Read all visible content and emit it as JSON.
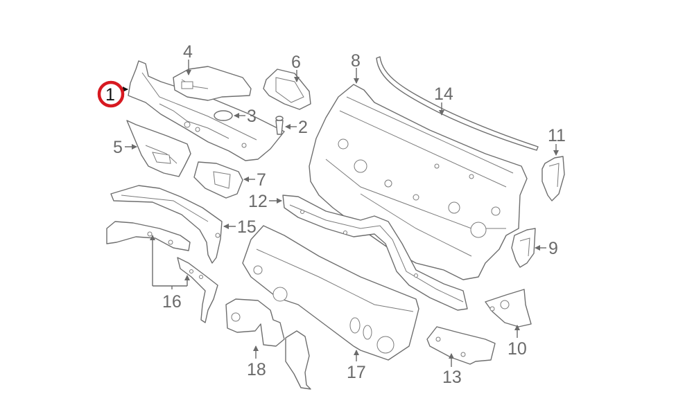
{
  "diagram": {
    "type": "exploded-parts-view",
    "subject": "Cowl / firewall / bulkhead assembly",
    "highlight": {
      "part_number": "1",
      "ring_color": "#d71920"
    },
    "line_color": "#6e6e6e",
    "background": "#ffffff",
    "callouts": [
      {
        "id": "1",
        "label": "1",
        "part": "cowl-panel"
      },
      {
        "id": "2",
        "label": "2",
        "part": "push-clip"
      },
      {
        "id": "3",
        "label": "3",
        "part": "grommet-plug"
      },
      {
        "id": "4",
        "label": "4",
        "part": "cowl-cover-right"
      },
      {
        "id": "5",
        "label": "5",
        "part": "side-trim-panel"
      },
      {
        "id": "6",
        "label": "6",
        "part": "cowl-bracket"
      },
      {
        "id": "7",
        "label": "7",
        "part": "vent-insert"
      },
      {
        "id": "8",
        "label": "8",
        "part": "firewall-bulkhead"
      },
      {
        "id": "9",
        "label": "9",
        "part": "bracket-right"
      },
      {
        "id": "10",
        "label": "10",
        "part": "strut-tower-reinforcement"
      },
      {
        "id": "11",
        "label": "11",
        "part": "side-bracket"
      },
      {
        "id": "12",
        "label": "12",
        "part": "cross-member"
      },
      {
        "id": "13",
        "label": "13",
        "part": "lower-reinforcement"
      },
      {
        "id": "14",
        "label": "14",
        "part": "seal-strip"
      },
      {
        "id": "15",
        "label": "15",
        "part": "a-pillar-reinforcement"
      },
      {
        "id": "16",
        "label": "16",
        "part": "pillar-brackets"
      },
      {
        "id": "17",
        "label": "17",
        "part": "insulation-panel"
      },
      {
        "id": "18",
        "label": "18",
        "part": "wheelhouse-insulator"
      }
    ]
  }
}
